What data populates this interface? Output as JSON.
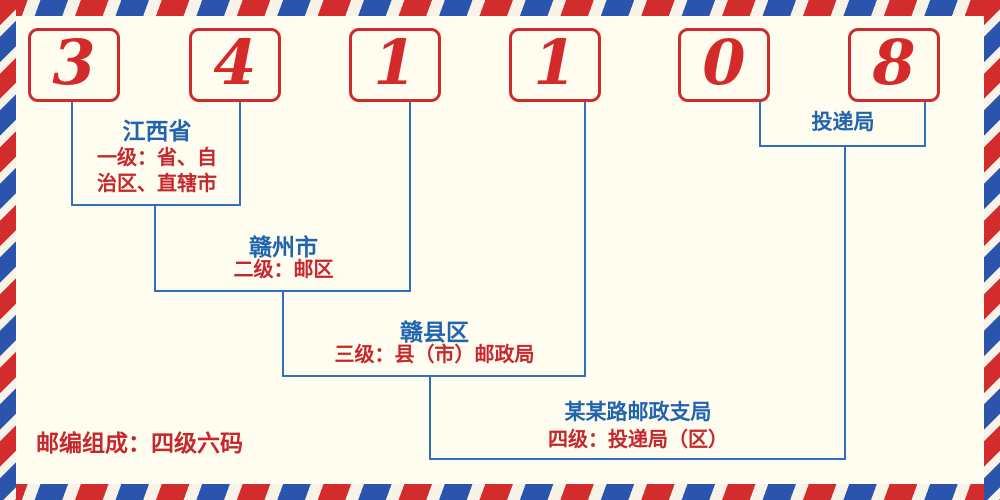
{
  "postal_code": {
    "digits": [
      "3",
      "4",
      "1",
      "1",
      "0",
      "8"
    ]
  },
  "labels": {
    "level1_place": "江西省",
    "level1_desc_line1": "一级：省、自",
    "level1_desc_line2": "治区、直辖市",
    "level2_place": "赣州市",
    "level2_desc": "二级：邮区",
    "level3_place": "赣县区",
    "level3_desc": "三级：县（市）邮政局",
    "level4_place": "某某路邮政支局",
    "level4_desc": "四级：投递局（区）",
    "delivery_bureau": "投递局",
    "footer": "邮编组成：四级六码"
  },
  "colors": {
    "digit_red": "#d42a2a",
    "box_border_red": "#cf2b2b",
    "line_blue": "#2f6fbe",
    "place_label_blue": "#2063ae",
    "description_red": "#c5272d",
    "background_cream": "#fffdf0",
    "border_stripe_red": "#d22c2c",
    "border_stripe_blue": "#2b55ad"
  }
}
